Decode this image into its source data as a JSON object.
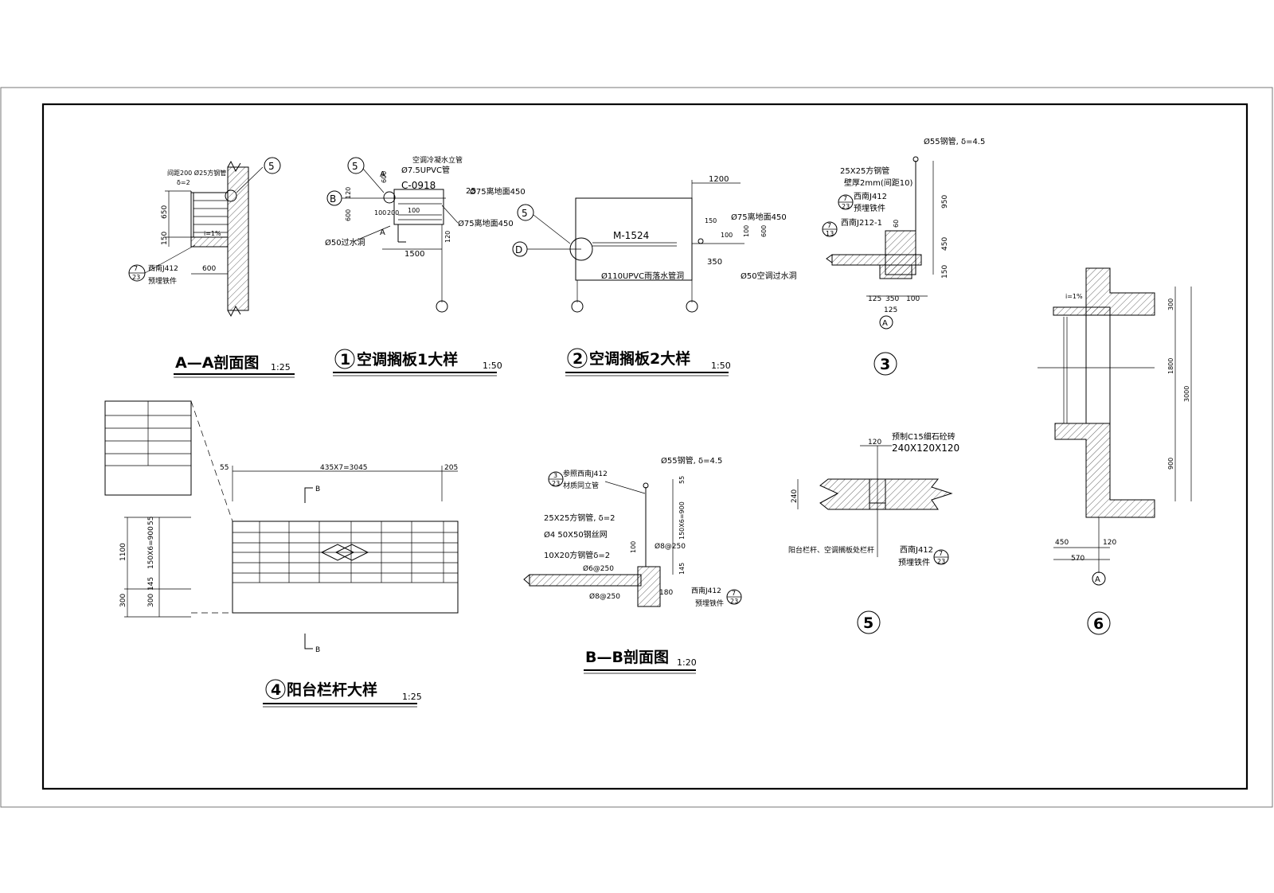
{
  "titles": {
    "aa": {
      "text": "A—A剖面图",
      "scale": "1:25"
    },
    "d1": {
      "num": "1",
      "text": "空调搁板1大样",
      "scale": "1:50"
    },
    "d2": {
      "num": "2",
      "text": "空调搁板2大样",
      "scale": "1:50"
    },
    "d3": {
      "num": "3"
    },
    "d4": {
      "num": "4",
      "text": "阳台栏杆大样",
      "scale": "1:25"
    },
    "bb": {
      "text": "B—B剖面图",
      "scale": "1:20"
    },
    "d5": {
      "num": "5"
    },
    "d6": {
      "num": "6"
    }
  },
  "aa": {
    "note1": "间距200 Ø25方钢管",
    "note2": "δ=2",
    "dim650": "650",
    "dim150": "150",
    "dim600": "600",
    "slope": "i=1%",
    "ref_num": "7",
    "ref_page": "23",
    "note3": "西南J412",
    "note4": "预埋铁件",
    "callout": "5"
  },
  "d1": {
    "callout": "5",
    "axis": "B",
    "cut_a": "A",
    "pipe1": "空调冷凝水立管",
    "pipe2": "Ø7.5UPVC管",
    "win": "C-0918",
    "d600": "600",
    "d120": "120",
    "d100": "100",
    "d200": "200",
    "hole1": "Ø75离地面450",
    "hole2": "Ø75离地面450",
    "d1500": "1500",
    "hole3": "Ø50过水洞",
    "d600b": "600",
    "d25": "25"
  },
  "d2": {
    "callout": "5",
    "axis": "D",
    "door": "M-1524",
    "d1200": "1200",
    "d150": "150",
    "hole1": "Ø75离地面450",
    "d100": "100",
    "d600": "600",
    "d350": "350",
    "pipe": "Ø110UPVC雨落水管洞",
    "hole2": "Ø50空调过水洞"
  },
  "d3": {
    "steel": "Ø55钢管, δ=4.5",
    "tube1": "25X25方钢管",
    "tube2": "壁厚2mm(间距10)",
    "ref1_num": "7",
    "ref1_page": "23",
    "n1": "西南J412",
    "n2": "预埋铁件",
    "ref2_num": "7",
    "ref2_page": "13",
    "n3": "西南J212-1",
    "d950": "950",
    "d450": "450",
    "d150": "150",
    "d60": "60",
    "b125": "125",
    "b350": "350",
    "b100": "100",
    "b125b": "125",
    "axis": "A"
  },
  "d4": {
    "top_dim": "435X7=3045",
    "d55": "55",
    "d205": "205",
    "cut": "B",
    "cut2": "B",
    "v55": "55",
    "v900": "150X6=900",
    "v1100": "1100",
    "v145": "145",
    "v300a": "300",
    "v300b": "300"
  },
  "bb": {
    "steel": "Ø55钢管, δ=4.5",
    "ref_num": "3",
    "ref_page": "23",
    "n1": "参照西南J412",
    "n2": "材质同立管",
    "tube": "25X25方钢管, δ=2",
    "mesh": "Ø4 50X50钢丝网",
    "bar": "10X20方钢管δ=2",
    "d55": "55",
    "d900": "150X6=900",
    "d100": "100",
    "r1": "Ø8@250",
    "d145": "145",
    "r2": "Ø6@250",
    "d180": "180",
    "r3": "Ø8@250",
    "n3": "西南J412",
    "n4": "预埋铁件",
    "ref2_num": "7",
    "ref2_page": "23"
  },
  "d5": {
    "brick1": "预制C15细石砼砖",
    "brick2": "240X120X120",
    "d120": "120",
    "d240": "240",
    "n1": "阳台栏杆、空调搁板处栏杆",
    "n2": "西南J412",
    "n3": "预埋铁件",
    "ref_num": "7",
    "ref_page": "23"
  },
  "d6": {
    "slope": "i=1%",
    "d300": "300",
    "d1800": "1800",
    "d3000": "3000",
    "d900": "900",
    "d450": "450",
    "d120": "120",
    "d570": "570",
    "axis": "A"
  }
}
